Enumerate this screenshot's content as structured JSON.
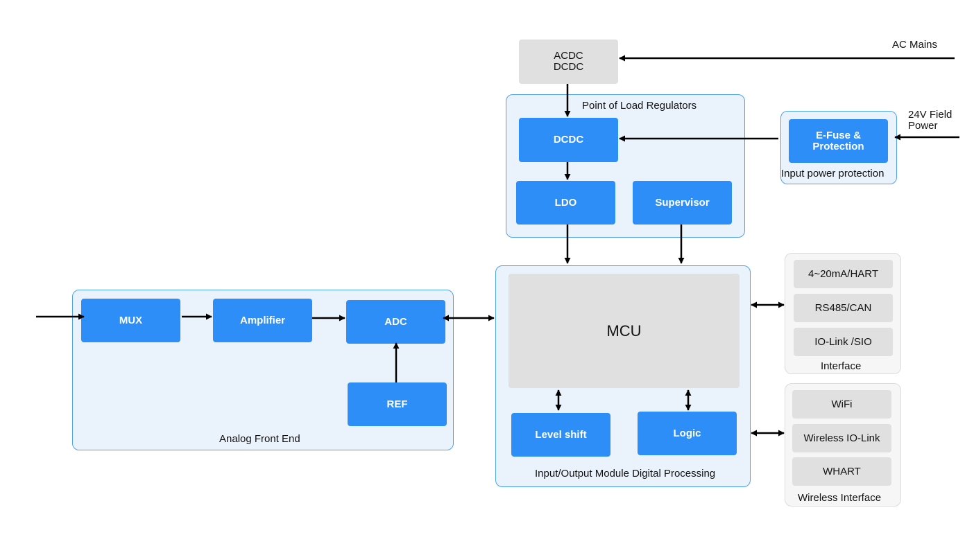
{
  "external": {
    "ac_mains": "AC Mains",
    "field_power": [
      "24V Field",
      "Power"
    ]
  },
  "acdc_block": [
    "ACDC",
    "DCDC"
  ],
  "pol": {
    "title": "Point of Load Regulators",
    "dcdc": "DCDC",
    "ldo": "LDO",
    "supervisor": "Supervisor"
  },
  "input_protection": {
    "title": "Input power protection",
    "efuse": [
      "E-Fuse &",
      "Protection"
    ]
  },
  "afe": {
    "title": "Analog Front End",
    "mux": "MUX",
    "amplifier": "Amplifier",
    "adc": "ADC",
    "ref": "REF"
  },
  "digital": {
    "title": "Input/Output Module Digital Processing",
    "mcu": "MCU",
    "level_shift": "Level shift",
    "logic": "Logic"
  },
  "interface": {
    "title": "Interface",
    "items": [
      "4~20mA/HART",
      "RS485/CAN",
      "IO-Link /SIO"
    ]
  },
  "wireless": {
    "title": "Wireless Interface",
    "items": [
      "WiFi",
      "Wireless IO-Link",
      "WHART"
    ]
  }
}
